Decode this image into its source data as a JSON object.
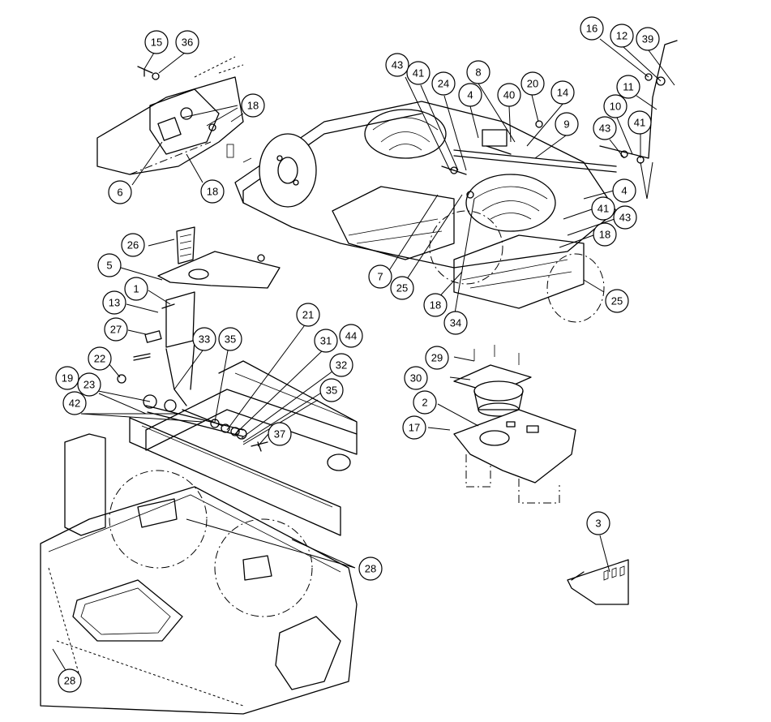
{
  "callouts": [
    "15",
    "36",
    "18",
    "6",
    "18",
    "26",
    "5",
    "1",
    "13",
    "27",
    "22",
    "19",
    "23",
    "42",
    "33",
    "35",
    "21",
    "31",
    "44",
    "32",
    "35",
    "37",
    "28",
    "28",
    "43",
    "41",
    "24",
    "8",
    "4",
    "40",
    "20",
    "14",
    "9",
    "16",
    "12",
    "39",
    "11",
    "10",
    "43",
    "41",
    "4",
    "41",
    "43",
    "18",
    "25",
    "7",
    "25",
    "18",
    "34",
    "29",
    "30",
    "2",
    "17",
    "3"
  ]
}
